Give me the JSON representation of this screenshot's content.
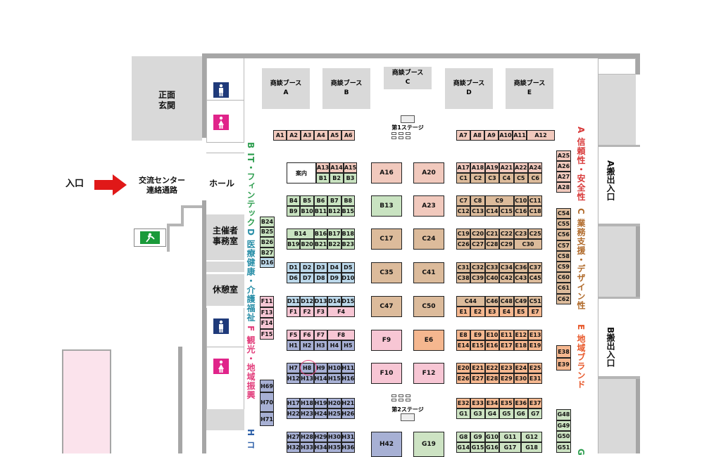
{
  "entrance": {
    "label": "入口",
    "passage": "交流センター\n連絡通路"
  },
  "hall_label": "ホール",
  "front_entrance": "正面\n玄関",
  "organizer_office": "主催者\n事務室",
  "rest_room": "休憩室",
  "loading": {
    "a": "A搬出入口",
    "b": "B搬出入口"
  },
  "meeting_booths": [
    "商談ブース\nA",
    "商談ブース\nB",
    "商談ブース\nC",
    "商談ブース\nD",
    "商談ブース\nE"
  ],
  "stages": {
    "stage1": "第1ステージ",
    "stage2": "第2ステージ"
  },
  "categories": [
    {
      "name": "category-b",
      "text": "B IT・フィンテック",
      "color": "#2e9e4f"
    },
    {
      "name": "category-d",
      "text": "D 医療健康・介護福祉",
      "color": "#2a8fa8"
    },
    {
      "name": "category-f",
      "text": "F 観光・地域振興",
      "color": "#e23c7a"
    },
    {
      "name": "category-h",
      "text": "H コ",
      "color": "#2c5fa8"
    },
    {
      "name": "category-a",
      "text": "A 信頼性・安全性",
      "color": "#d83a3a"
    },
    {
      "name": "category-c",
      "text": "C 業務支援・デザイン性",
      "color": "#b06a2a"
    },
    {
      "name": "category-e",
      "text": "E 地域ブランド",
      "color": "#e8582a"
    },
    {
      "name": "category-g",
      "text": "G",
      "color": "#2e9e4f"
    }
  ],
  "colors": {
    "a": "#f1c9bd",
    "b": "#c9e3c1",
    "c": "#dcbb9b",
    "d": "#bcd8ea",
    "e": "#f5b78f",
    "f": "#f7c6d4",
    "g": "#cde3c3",
    "h": "#a7b0d4",
    "arrow": "#e01818",
    "exit": "#1a9a3a"
  },
  "icons": [
    "male-restroom-icon",
    "female-restroom-icon",
    "emergency-exit-icon",
    "entrance-arrow-icon"
  ],
  "highlight": "H8",
  "info_booth": "案内",
  "booths": [
    {
      "id": "A1",
      "c": "a"
    },
    {
      "id": "A2",
      "c": "a"
    },
    {
      "id": "A3",
      "c": "a"
    },
    {
      "id": "A4",
      "c": "a"
    },
    {
      "id": "A5",
      "c": "a"
    },
    {
      "id": "A6",
      "c": "a"
    },
    {
      "id": "A7",
      "c": "a"
    },
    {
      "id": "A8",
      "c": "a"
    },
    {
      "id": "A9",
      "c": "a"
    },
    {
      "id": "A10",
      "c": "a"
    },
    {
      "id": "A11",
      "c": "a"
    },
    {
      "id": "A12",
      "c": "a"
    },
    {
      "id": "A13",
      "c": "a"
    },
    {
      "id": "A14",
      "c": "a"
    },
    {
      "id": "A15",
      "c": "a"
    },
    {
      "id": "B1",
      "c": "b"
    },
    {
      "id": "B2",
      "c": "b"
    },
    {
      "id": "B3",
      "c": "b"
    },
    {
      "id": "A16",
      "c": "a"
    },
    {
      "id": "A20",
      "c": "a"
    },
    {
      "id": "A17",
      "c": "a"
    },
    {
      "id": "A18",
      "c": "a"
    },
    {
      "id": "A19",
      "c": "a"
    },
    {
      "id": "A21",
      "c": "a"
    },
    {
      "id": "A22",
      "c": "a"
    },
    {
      "id": "A24",
      "c": "a"
    },
    {
      "id": "C1",
      "c": "c"
    },
    {
      "id": "C2",
      "c": "c"
    },
    {
      "id": "C3",
      "c": "c"
    },
    {
      "id": "C4",
      "c": "c"
    },
    {
      "id": "C5",
      "c": "c"
    },
    {
      "id": "C6",
      "c": "c"
    },
    {
      "id": "A25",
      "c": "a"
    },
    {
      "id": "A26",
      "c": "a"
    },
    {
      "id": "A27",
      "c": "a"
    },
    {
      "id": "A28",
      "c": "a"
    },
    {
      "id": "B4",
      "c": "b"
    },
    {
      "id": "B5",
      "c": "b"
    },
    {
      "id": "B6",
      "c": "b"
    },
    {
      "id": "B7",
      "c": "b"
    },
    {
      "id": "B8",
      "c": "b"
    },
    {
      "id": "B9",
      "c": "b"
    },
    {
      "id": "B10",
      "c": "b"
    },
    {
      "id": "B11",
      "c": "b"
    },
    {
      "id": "B12",
      "c": "b"
    },
    {
      "id": "B15",
      "c": "b"
    },
    {
      "id": "B13",
      "c": "b"
    },
    {
      "id": "A23",
      "c": "a"
    },
    {
      "id": "C7",
      "c": "c"
    },
    {
      "id": "C8",
      "c": "c"
    },
    {
      "id": "C9",
      "c": "c"
    },
    {
      "id": "C10",
      "c": "c"
    },
    {
      "id": "C11",
      "c": "c"
    },
    {
      "id": "C12",
      "c": "c"
    },
    {
      "id": "C13",
      "c": "c"
    },
    {
      "id": "C14",
      "c": "c"
    },
    {
      "id": "C15",
      "c": "c"
    },
    {
      "id": "C16",
      "c": "c"
    },
    {
      "id": "C18",
      "c": "c"
    },
    {
      "id": "B24",
      "c": "b"
    },
    {
      "id": "B25",
      "c": "b"
    },
    {
      "id": "B26",
      "c": "b"
    },
    {
      "id": "B27",
      "c": "b"
    },
    {
      "id": "D16",
      "c": "d"
    },
    {
      "id": "B14",
      "c": "b"
    },
    {
      "id": "B16",
      "c": "b"
    },
    {
      "id": "B17",
      "c": "b"
    },
    {
      "id": "B18",
      "c": "b"
    },
    {
      "id": "B19",
      "c": "b"
    },
    {
      "id": "B20",
      "c": "b"
    },
    {
      "id": "B21",
      "c": "b"
    },
    {
      "id": "B22",
      "c": "b"
    },
    {
      "id": "B23",
      "c": "b"
    },
    {
      "id": "C17",
      "c": "c"
    },
    {
      "id": "C24",
      "c": "c"
    },
    {
      "id": "C19",
      "c": "c"
    },
    {
      "id": "C20",
      "c": "c"
    },
    {
      "id": "C21",
      "c": "c"
    },
    {
      "id": "C22",
      "c": "c"
    },
    {
      "id": "C23",
      "c": "c"
    },
    {
      "id": "C25",
      "c": "c"
    },
    {
      "id": "C26",
      "c": "c"
    },
    {
      "id": "C27",
      "c": "c"
    },
    {
      "id": "C28",
      "c": "c"
    },
    {
      "id": "C29",
      "c": "c"
    },
    {
      "id": "C30",
      "c": "c"
    },
    {
      "id": "C54",
      "c": "c"
    },
    {
      "id": "C55",
      "c": "c"
    },
    {
      "id": "C56",
      "c": "c"
    },
    {
      "id": "C57",
      "c": "c"
    },
    {
      "id": "C58",
      "c": "c"
    },
    {
      "id": "C59",
      "c": "c"
    },
    {
      "id": "C60",
      "c": "c"
    },
    {
      "id": "C61",
      "c": "c"
    },
    {
      "id": "C62",
      "c": "c"
    },
    {
      "id": "D1",
      "c": "d"
    },
    {
      "id": "D2",
      "c": "d"
    },
    {
      "id": "D3",
      "c": "d"
    },
    {
      "id": "D4",
      "c": "d"
    },
    {
      "id": "D5",
      "c": "d"
    },
    {
      "id": "D6",
      "c": "d"
    },
    {
      "id": "D7",
      "c": "d"
    },
    {
      "id": "D8",
      "c": "d"
    },
    {
      "id": "D9",
      "c": "d"
    },
    {
      "id": "D10",
      "c": "d"
    },
    {
      "id": "C35",
      "c": "c"
    },
    {
      "id": "C41",
      "c": "c"
    },
    {
      "id": "C31",
      "c": "c"
    },
    {
      "id": "C32",
      "c": "c"
    },
    {
      "id": "C33",
      "c": "c"
    },
    {
      "id": "C34",
      "c": "c"
    },
    {
      "id": "C36",
      "c": "c"
    },
    {
      "id": "C37",
      "c": "c"
    },
    {
      "id": "C38",
      "c": "c"
    },
    {
      "id": "C39",
      "c": "c"
    },
    {
      "id": "C40",
      "c": "c"
    },
    {
      "id": "C42",
      "c": "c"
    },
    {
      "id": "C43",
      "c": "c"
    },
    {
      "id": "C45",
      "c": "c"
    },
    {
      "id": "F11",
      "c": "f"
    },
    {
      "id": "F13",
      "c": "f"
    },
    {
      "id": "F14",
      "c": "f"
    },
    {
      "id": "F15",
      "c": "f"
    },
    {
      "id": "D11",
      "c": "d"
    },
    {
      "id": "D12",
      "c": "d"
    },
    {
      "id": "D13",
      "c": "d"
    },
    {
      "id": "D14",
      "c": "d"
    },
    {
      "id": "D15",
      "c": "d"
    },
    {
      "id": "F1",
      "c": "f"
    },
    {
      "id": "F2",
      "c": "f"
    },
    {
      "id": "F3",
      "c": "f"
    },
    {
      "id": "F4",
      "c": "f"
    },
    {
      "id": "C47",
      "c": "c"
    },
    {
      "id": "C50",
      "c": "c"
    },
    {
      "id": "C44",
      "c": "c"
    },
    {
      "id": "C46",
      "c": "c"
    },
    {
      "id": "C48",
      "c": "c"
    },
    {
      "id": "C49",
      "c": "c"
    },
    {
      "id": "C51",
      "c": "c"
    },
    {
      "id": "E1",
      "c": "e"
    },
    {
      "id": "E2",
      "c": "e"
    },
    {
      "id": "E3",
      "c": "e"
    },
    {
      "id": "E4",
      "c": "e"
    },
    {
      "id": "E5",
      "c": "e"
    },
    {
      "id": "E7",
      "c": "e"
    },
    {
      "id": "F5",
      "c": "f"
    },
    {
      "id": "F6",
      "c": "f"
    },
    {
      "id": "F7",
      "c": "f"
    },
    {
      "id": "F8",
      "c": "f"
    },
    {
      "id": "H1",
      "c": "h"
    },
    {
      "id": "H2",
      "c": "h"
    },
    {
      "id": "H3",
      "c": "h"
    },
    {
      "id": "H4",
      "c": "h"
    },
    {
      "id": "H5",
      "c": "h"
    },
    {
      "id": "F9",
      "c": "f"
    },
    {
      "id": "E6",
      "c": "e"
    },
    {
      "id": "E8",
      "c": "e"
    },
    {
      "id": "E9",
      "c": "e"
    },
    {
      "id": "E10",
      "c": "e"
    },
    {
      "id": "E11",
      "c": "e"
    },
    {
      "id": "E12",
      "c": "e"
    },
    {
      "id": "E13",
      "c": "e"
    },
    {
      "id": "E14",
      "c": "e"
    },
    {
      "id": "E15",
      "c": "e"
    },
    {
      "id": "E16",
      "c": "e"
    },
    {
      "id": "E17",
      "c": "e"
    },
    {
      "id": "E18",
      "c": "e"
    },
    {
      "id": "E19",
      "c": "e"
    },
    {
      "id": "E38",
      "c": "e"
    },
    {
      "id": "E39",
      "c": "e"
    },
    {
      "id": "H7",
      "c": "h"
    },
    {
      "id": "H8",
      "c": "h"
    },
    {
      "id": "H9",
      "c": "h"
    },
    {
      "id": "H10",
      "c": "h"
    },
    {
      "id": "H11",
      "c": "h"
    },
    {
      "id": "H12",
      "c": "h"
    },
    {
      "id": "H13",
      "c": "h"
    },
    {
      "id": "H14",
      "c": "h"
    },
    {
      "id": "H15",
      "c": "h"
    },
    {
      "id": "H16",
      "c": "h"
    },
    {
      "id": "F10",
      "c": "f"
    },
    {
      "id": "F12",
      "c": "f"
    },
    {
      "id": "E20",
      "c": "e"
    },
    {
      "id": "E21",
      "c": "e"
    },
    {
      "id": "E22",
      "c": "e"
    },
    {
      "id": "E23",
      "c": "e"
    },
    {
      "id": "E24",
      "c": "e"
    },
    {
      "id": "E25",
      "c": "e"
    },
    {
      "id": "E26",
      "c": "e"
    },
    {
      "id": "E27",
      "c": "e"
    },
    {
      "id": "E28",
      "c": "e"
    },
    {
      "id": "E29",
      "c": "e"
    },
    {
      "id": "E30",
      "c": "e"
    },
    {
      "id": "E31",
      "c": "e"
    },
    {
      "id": "H69",
      "c": "h"
    },
    {
      "id": "H70",
      "c": "h"
    },
    {
      "id": "H71",
      "c": "h"
    },
    {
      "id": "H17",
      "c": "h"
    },
    {
      "id": "H18",
      "c": "h"
    },
    {
      "id": "H19",
      "c": "h"
    },
    {
      "id": "H20",
      "c": "h"
    },
    {
      "id": "H21",
      "c": "h"
    },
    {
      "id": "H22",
      "c": "h"
    },
    {
      "id": "H23",
      "c": "h"
    },
    {
      "id": "H24",
      "c": "h"
    },
    {
      "id": "H25",
      "c": "h"
    },
    {
      "id": "H26",
      "c": "h"
    },
    {
      "id": "E32",
      "c": "e"
    },
    {
      "id": "E33",
      "c": "e"
    },
    {
      "id": "E34",
      "c": "e"
    },
    {
      "id": "E35",
      "c": "e"
    },
    {
      "id": "E36",
      "c": "e"
    },
    {
      "id": "E37",
      "c": "e"
    },
    {
      "id": "G1",
      "c": "g"
    },
    {
      "id": "G3",
      "c": "g"
    },
    {
      "id": "G4",
      "c": "g"
    },
    {
      "id": "G5",
      "c": "g"
    },
    {
      "id": "G6",
      "c": "g"
    },
    {
      "id": "G7",
      "c": "g"
    },
    {
      "id": "G48",
      "c": "g"
    },
    {
      "id": "G49",
      "c": "g"
    },
    {
      "id": "G50",
      "c": "g"
    },
    {
      "id": "G51",
      "c": "g"
    },
    {
      "id": "H27",
      "c": "h"
    },
    {
      "id": "H28",
      "c": "h"
    },
    {
      "id": "H29",
      "c": "h"
    },
    {
      "id": "H30",
      "c": "h"
    },
    {
      "id": "H31",
      "c": "h"
    },
    {
      "id": "H32",
      "c": "h"
    },
    {
      "id": "H33",
      "c": "h"
    },
    {
      "id": "H34",
      "c": "h"
    },
    {
      "id": "H35",
      "c": "h"
    },
    {
      "id": "H36",
      "c": "h"
    },
    {
      "id": "H42",
      "c": "h"
    },
    {
      "id": "G19",
      "c": "g"
    },
    {
      "id": "G8",
      "c": "g"
    },
    {
      "id": "G9",
      "c": "g"
    },
    {
      "id": "G10",
      "c": "g"
    },
    {
      "id": "G11",
      "c": "g"
    },
    {
      "id": "G12",
      "c": "g"
    },
    {
      "id": "G14",
      "c": "g"
    },
    {
      "id": "G15",
      "c": "g"
    },
    {
      "id": "G16",
      "c": "g"
    },
    {
      "id": "G17",
      "c": "g"
    },
    {
      "id": "G18",
      "c": "g"
    }
  ]
}
